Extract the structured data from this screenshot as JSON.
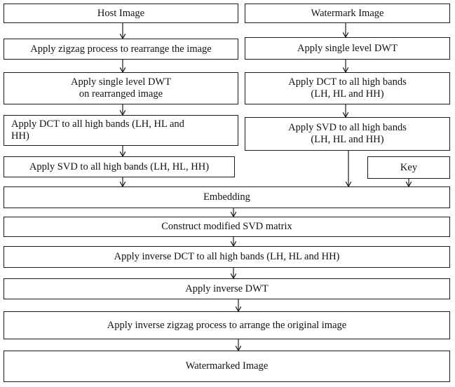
{
  "boxes": {
    "host_image": "Host Image",
    "watermark_image": "Watermark Image",
    "host_zigzag": "Apply zigzag process to rearrange the image",
    "wm_dwt": "Apply single level DWT",
    "host_dwt": "Apply single level DWT\non rearranged image",
    "wm_dct": "Apply DCT to all high bands\n(LH, HL and HH)",
    "host_dct": "Apply DCT to all high bands (LH, HL and\nHH)",
    "wm_svd": "Apply SVD to all high bands\n(LH, HL and HH)",
    "host_svd": "Apply SVD to all high bands (LH, HL, HH)",
    "key": "Key",
    "embedding": "Embedding",
    "construct_svd": "Construct modified SVD matrix",
    "inverse_dct": "Apply inverse DCT to all high bands (LH, HL and HH)",
    "inverse_dwt": "Apply inverse DWT",
    "inverse_zigzag": "Apply inverse zigzag process to arrange the original image",
    "watermarked": "Watermarked Image"
  }
}
